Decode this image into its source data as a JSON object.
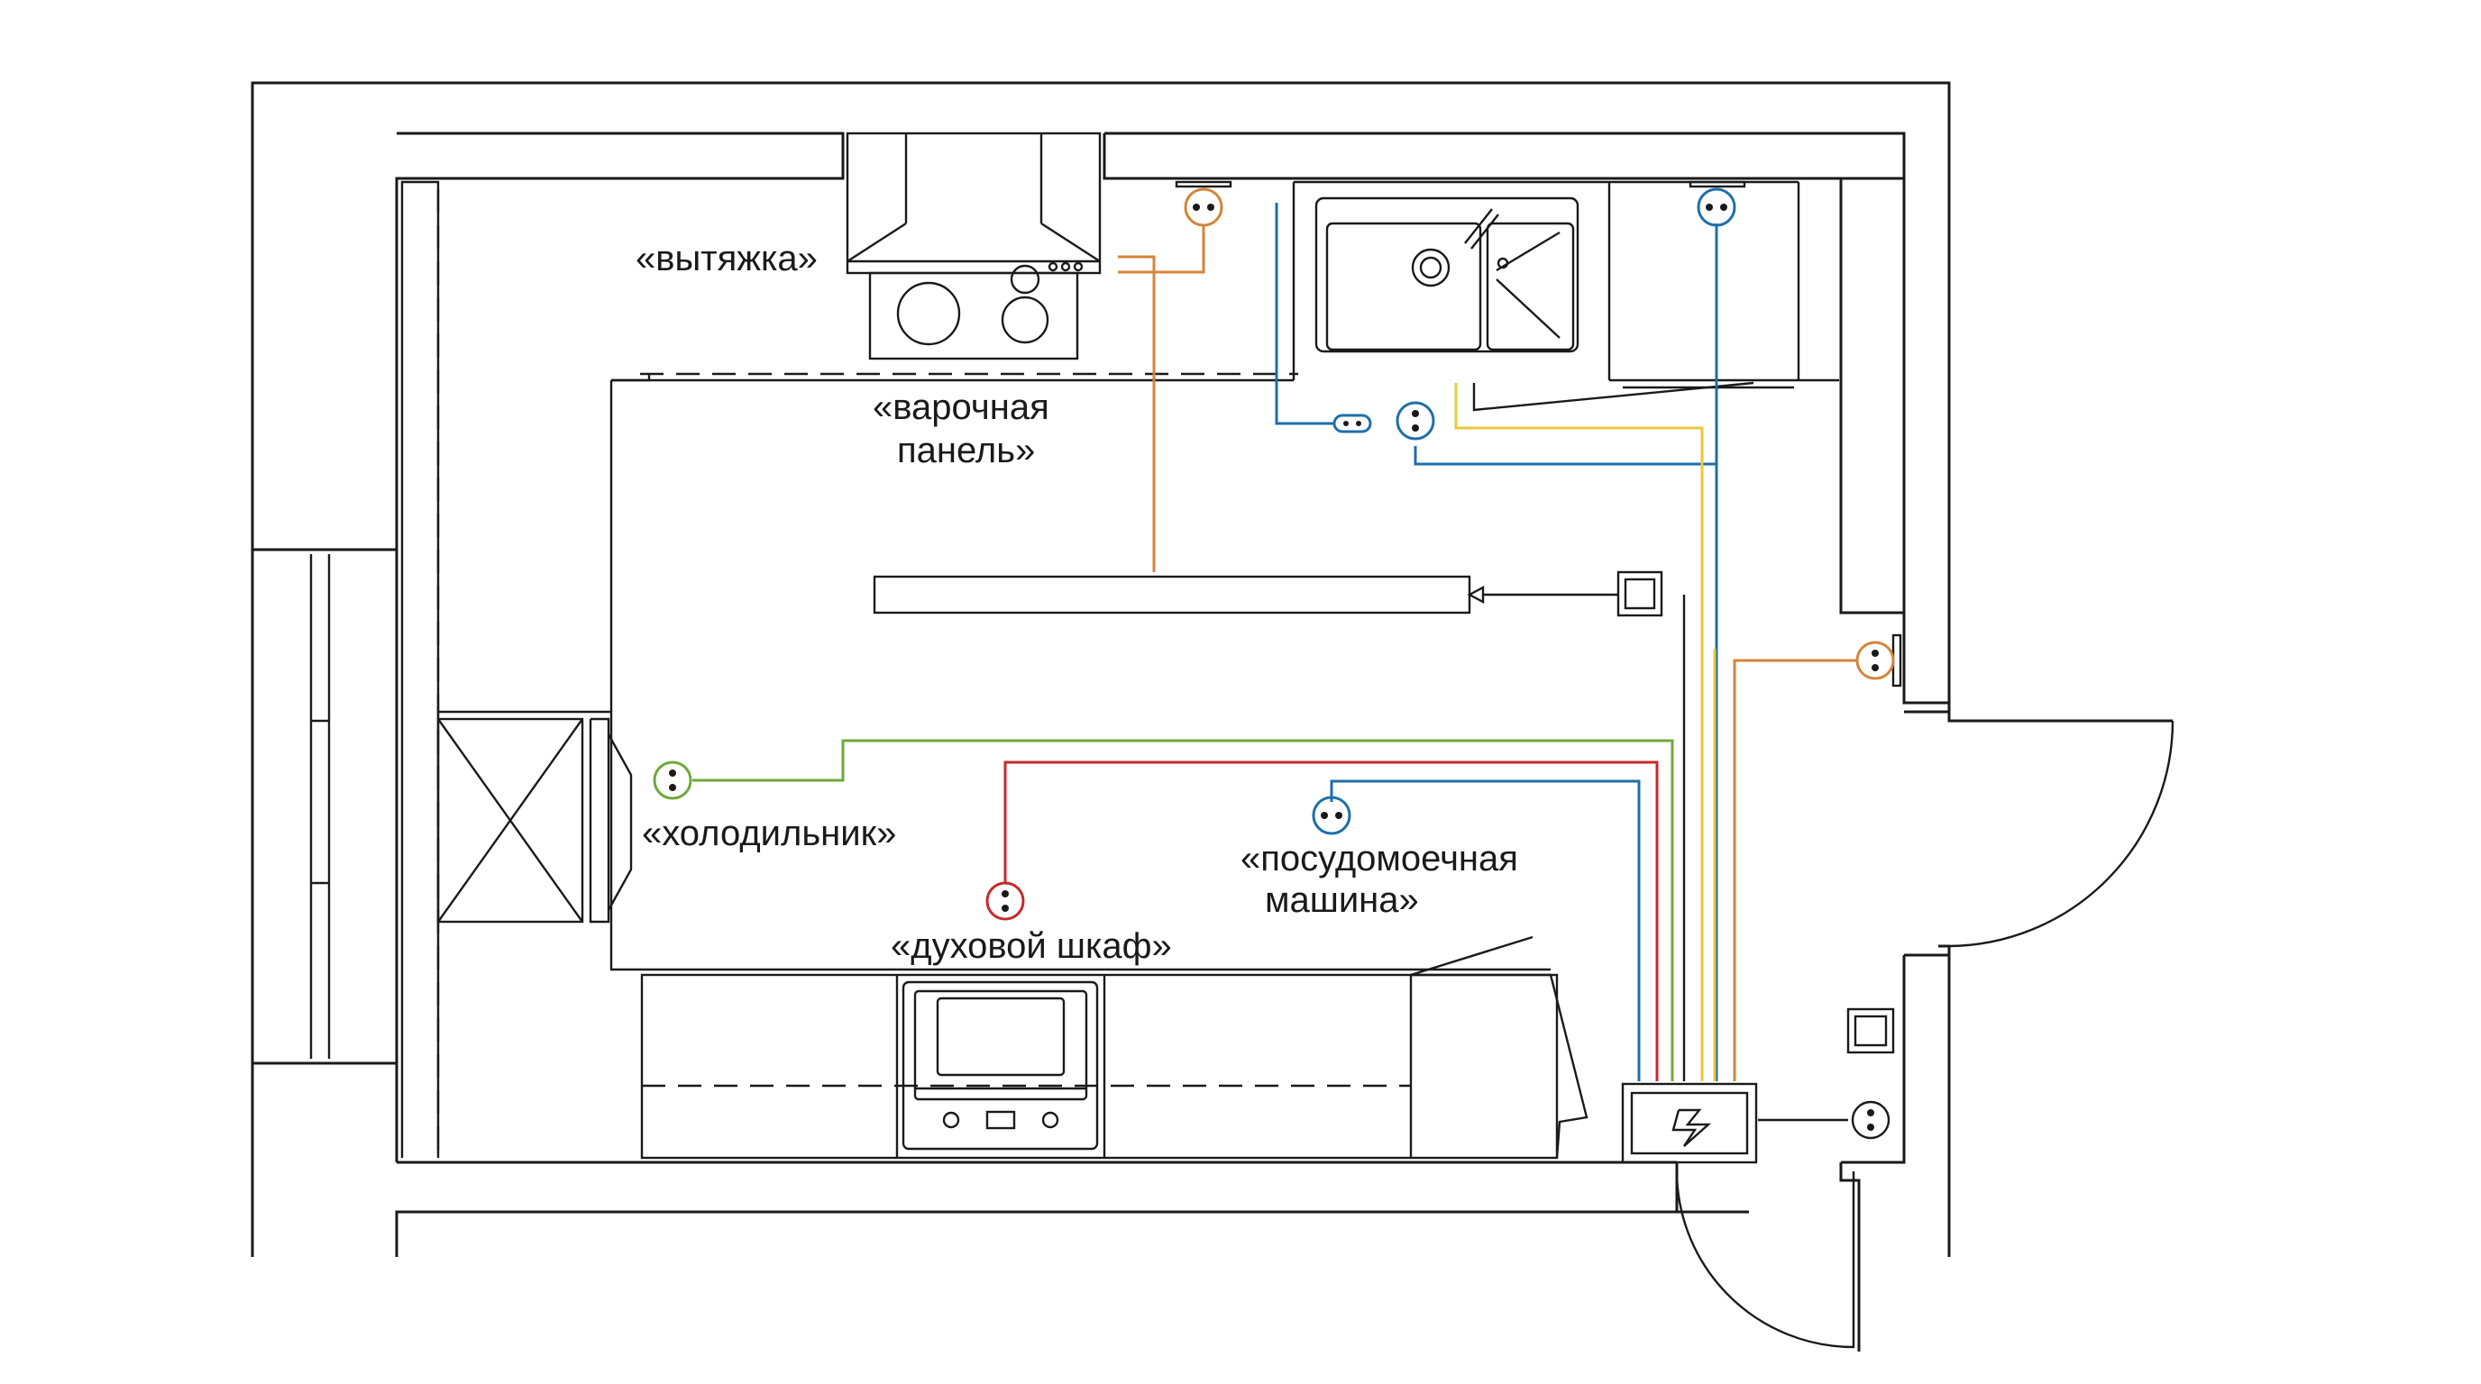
{
  "labels": {
    "hood": "«вытяжка»",
    "hob_line1": "«варочная",
    "hob_line2": "панель»",
    "fridge": "«холодильник»",
    "dishwasher_line1": "«посудомоечная",
    "dishwasher_line2": "машина»",
    "oven": "«духовой шкаф»"
  },
  "colors": {
    "orange": "#d4853a",
    "blue": "#1e6fa8",
    "yellow": "#e9c93a",
    "green": "#6fa83a",
    "red": "#c62a2a",
    "line": "#1a1a1a"
  },
  "icons": {
    "electrical_panel": "lightning-bolt-icon",
    "socket": "socket-icon",
    "switch": "light-switch-icon"
  }
}
